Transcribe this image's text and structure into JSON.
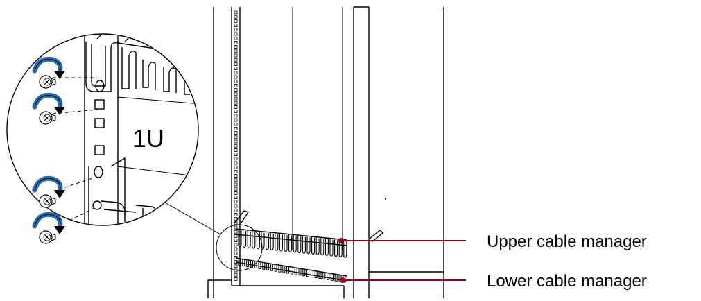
{
  "callouts": [
    {
      "text": "Upper cable manager"
    },
    {
      "text": "Lower cable manager"
    }
  ],
  "unit_marker": "1U",
  "colors": {
    "callout_line": "#a3000f",
    "rotation_arrow": "#1e6fb5",
    "line_art": "#000000"
  },
  "icons": [
    "rotate-arrow-icon",
    "screw-icon"
  ]
}
